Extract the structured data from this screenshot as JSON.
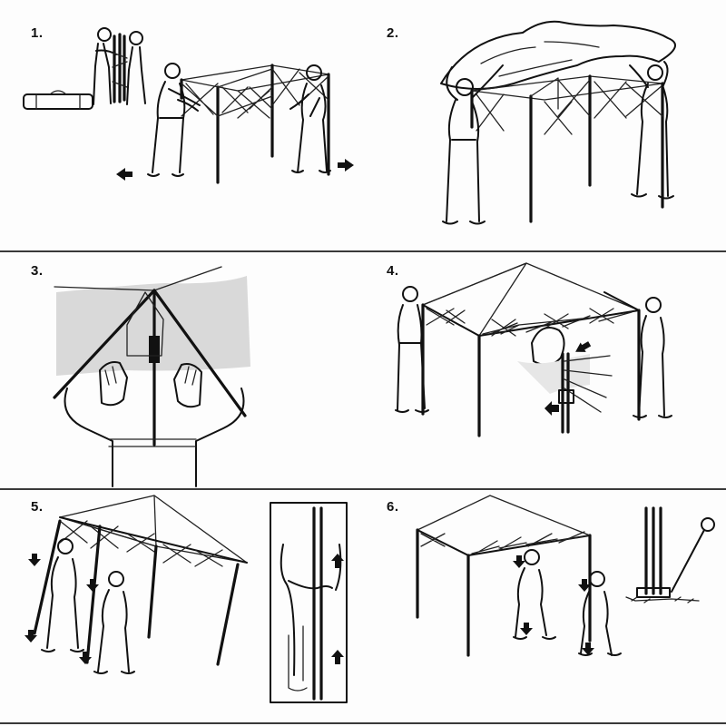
{
  "steps": [
    {
      "number": "1.",
      "icons": [
        "people-carrying-frame-icon",
        "carry-bag-icon",
        "frame-expanding-icon"
      ]
    },
    {
      "number": "2.",
      "icons": [
        "canopy-cover-icon",
        "people-draping-cover-icon"
      ]
    },
    {
      "number": "3.",
      "icons": [
        "hands-fastening-velcro-icon"
      ]
    },
    {
      "number": "4.",
      "icons": [
        "canopy-frame-icon",
        "slider-lock-detail-icon"
      ]
    },
    {
      "number": "5.",
      "icons": [
        "raising-legs-icon",
        "leg-extension-detail-icon"
      ]
    },
    {
      "number": "6.",
      "icons": [
        "finished-tent-icon",
        "ground-stake-detail-icon"
      ]
    }
  ],
  "colors": {
    "ink": "#111111",
    "paper": "#fdfdfd",
    "divider": "#3a3a3a",
    "wash": "#d9d9d9"
  }
}
